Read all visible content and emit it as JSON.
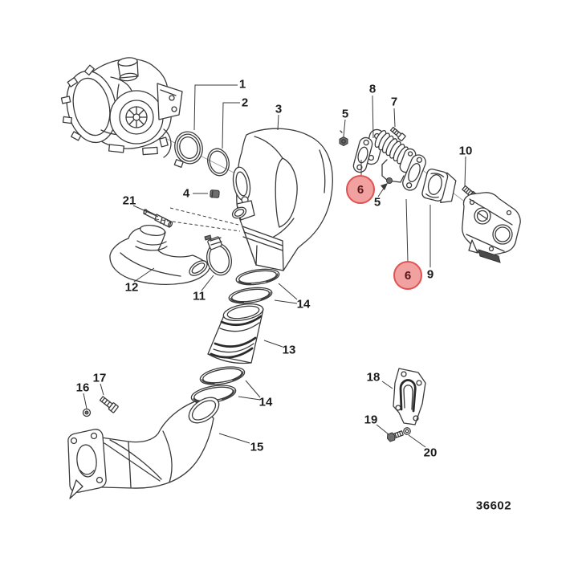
{
  "diagram": {
    "drawing_number": "36602",
    "labels": {
      "p1": "1",
      "p2": "2",
      "p3": "3",
      "p4": "4",
      "p5a": "5",
      "p5b": "5",
      "p7": "7",
      "p8": "8",
      "p9": "9",
      "p10": "10",
      "p11": "11",
      "p12": "12",
      "p13": "13",
      "p14a": "14",
      "p14b": "14",
      "p15": "15",
      "p16": "16",
      "p17": "17",
      "p18": "18",
      "p19": "19",
      "p20": "20",
      "p21": "21"
    },
    "highlighted_callouts": {
      "upper": "6",
      "lower": "6"
    },
    "colors": {
      "line": "#3a3a3a",
      "label_text": "#1c1c1c",
      "highlight_fill": "#f2a1a1",
      "highlight_stroke": "#e05252",
      "highlight_text": "#571717"
    }
  }
}
